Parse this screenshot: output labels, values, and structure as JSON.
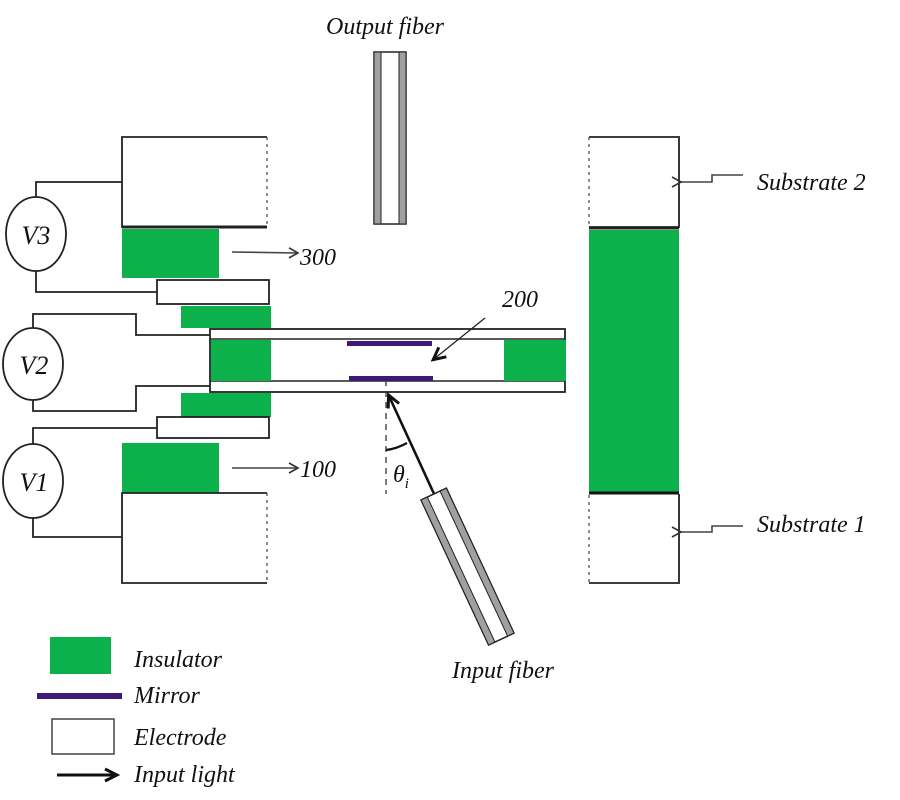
{
  "diagram": {
    "type": "schematic",
    "colors": {
      "insulator": "#0db14b",
      "mirror": "#3d1a78",
      "electrode_fill": "#ffffff",
      "outline": "#222222",
      "fiber_cladding": "#a0a0a0"
    },
    "labels": {
      "output_fiber": "Output fiber",
      "input_fiber": "Input fiber",
      "substrate_2": "Substrate 2",
      "substrate_1": "Substrate 1",
      "ref_300": "300",
      "ref_200": "200",
      "ref_100": "100",
      "theta": "θ",
      "theta_sub": "i"
    },
    "voltage_sources": [
      {
        "id": "v3",
        "label": "V3"
      },
      {
        "id": "v2",
        "label": "V2"
      },
      {
        "id": "v1",
        "label": "V1"
      }
    ],
    "legend": [
      {
        "key": "insulator",
        "label": "Insulator"
      },
      {
        "key": "mirror",
        "label": "Mirror"
      },
      {
        "key": "electrode",
        "label": "Electrode"
      },
      {
        "key": "input_light",
        "label": "Input light"
      }
    ]
  }
}
